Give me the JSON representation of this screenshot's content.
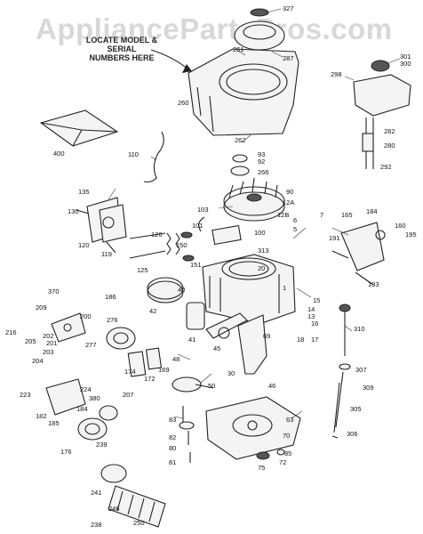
{
  "watermark": "AppliancePartsPros.com",
  "callout": {
    "line1": "LOCATE MODEL & SERIAL",
    "line2": "NUMBERS HERE"
  },
  "parts": [
    {
      "label": "327"
    },
    {
      "label": "261"
    },
    {
      "label": "287"
    },
    {
      "label": "301"
    },
    {
      "label": "300"
    },
    {
      "label": "298"
    },
    {
      "label": "260"
    },
    {
      "label": "282"
    },
    {
      "label": "280"
    },
    {
      "label": "292"
    },
    {
      "label": "262"
    },
    {
      "label": "400"
    },
    {
      "label": "110"
    },
    {
      "label": "93"
    },
    {
      "label": "92"
    },
    {
      "label": "266"
    },
    {
      "label": "135"
    },
    {
      "label": "90"
    },
    {
      "label": "12A"
    },
    {
      "label": "130"
    },
    {
      "label": "103"
    },
    {
      "label": "12B"
    },
    {
      "label": "7"
    },
    {
      "label": "165"
    },
    {
      "label": "184"
    },
    {
      "label": "160"
    },
    {
      "label": "195"
    },
    {
      "label": "6"
    },
    {
      "label": "5"
    },
    {
      "label": "120"
    },
    {
      "label": "119"
    },
    {
      "label": "101"
    },
    {
      "label": "150"
    },
    {
      "label": "100"
    },
    {
      "label": "126"
    },
    {
      "label": "191"
    },
    {
      "label": "313"
    },
    {
      "label": "20"
    },
    {
      "label": "125"
    },
    {
      "label": "151"
    },
    {
      "label": "193"
    },
    {
      "label": "370"
    },
    {
      "label": "186"
    },
    {
      "label": "40"
    },
    {
      "label": "1"
    },
    {
      "label": "15"
    },
    {
      "label": "209"
    },
    {
      "label": "200"
    },
    {
      "label": "42"
    },
    {
      "label": "14"
    },
    {
      "label": "13"
    },
    {
      "label": "276"
    },
    {
      "label": "16"
    },
    {
      "label": "310"
    },
    {
      "label": "216"
    },
    {
      "label": "202"
    },
    {
      "label": "205"
    },
    {
      "label": "201"
    },
    {
      "label": "203"
    },
    {
      "label": "41"
    },
    {
      "label": "45"
    },
    {
      "label": "69"
    },
    {
      "label": "18"
    },
    {
      "label": "17"
    },
    {
      "label": "277"
    },
    {
      "label": "204"
    },
    {
      "label": "174"
    },
    {
      "label": "48"
    },
    {
      "label": "172"
    },
    {
      "label": "169"
    },
    {
      "label": "30"
    },
    {
      "label": "307"
    },
    {
      "label": "46"
    },
    {
      "label": "223"
    },
    {
      "label": "224"
    },
    {
      "label": "207"
    },
    {
      "label": "50"
    },
    {
      "label": "309"
    },
    {
      "label": "182"
    },
    {
      "label": "380"
    },
    {
      "label": "184"
    },
    {
      "label": "185"
    },
    {
      "label": "83"
    },
    {
      "label": "63"
    },
    {
      "label": "305"
    },
    {
      "label": "239"
    },
    {
      "label": "176"
    },
    {
      "label": "82"
    },
    {
      "label": "70"
    },
    {
      "label": "80"
    },
    {
      "label": "306"
    },
    {
      "label": "85"
    },
    {
      "label": "81"
    },
    {
      "label": "75"
    },
    {
      "label": "72"
    },
    {
      "label": "241"
    },
    {
      "label": "246"
    },
    {
      "label": "250"
    },
    {
      "label": "238"
    }
  ]
}
